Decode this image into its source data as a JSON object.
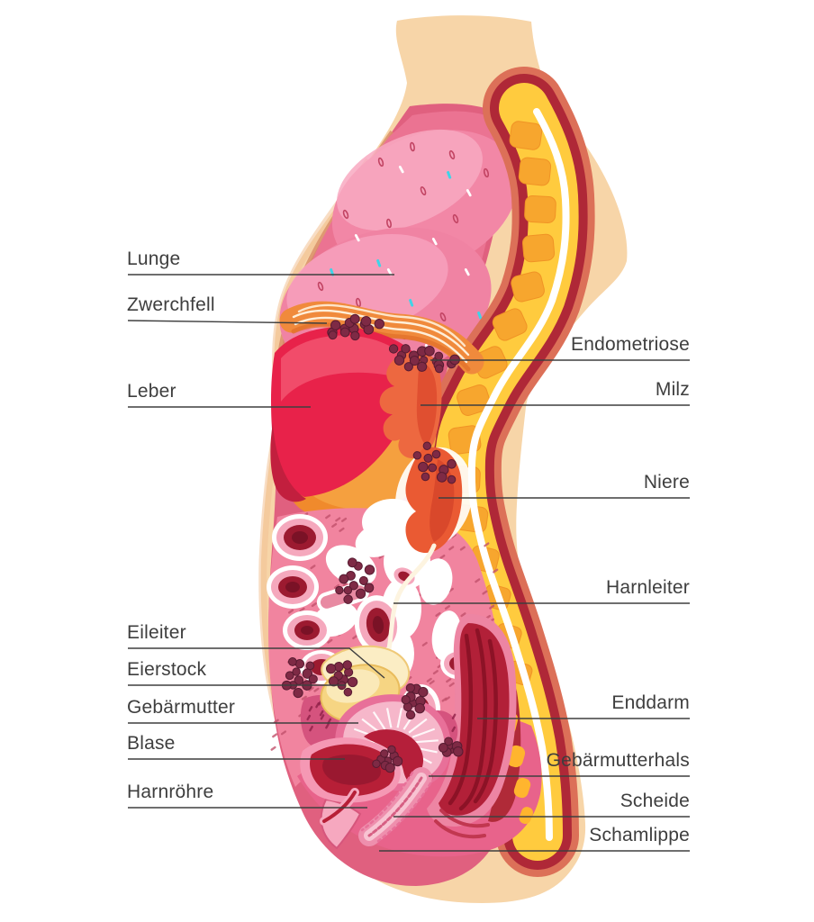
{
  "diagram": {
    "language": "de",
    "labels": {
      "left": [
        {
          "text": "Lunge"
        },
        {
          "text": "Zwerchfell"
        },
        {
          "text": "Leber"
        },
        {
          "text": "Eileiter"
        },
        {
          "text": "Eierstock"
        },
        {
          "text": "Gebärmutter"
        },
        {
          "text": "Blase"
        },
        {
          "text": "Harnröhre"
        }
      ],
      "right": [
        {
          "text": "Endometriose"
        },
        {
          "text": "Milz"
        },
        {
          "text": "Niere"
        },
        {
          "text": "Harnleiter"
        },
        {
          "text": "Enddarm"
        },
        {
          "text": "Gebärmutterhals"
        },
        {
          "text": "Scheide"
        },
        {
          "text": "Schamlippe"
        }
      ]
    },
    "palette": {
      "skin": "#F7D5A8",
      "label_text": "#3E3E3E",
      "pointer_line": "#3F3F3F",
      "cavity_rim": "#E0607F",
      "lung_pink": "#F287A6",
      "lung_speckle_cyan": "#3ED4E8",
      "diaphragm_orange": "#F08A3C",
      "liver_red": "#E8224A",
      "stomach_orange": "#F5A03F",
      "spleen_orange": "#ED6840",
      "kidney_orange": "#EA5A33",
      "spine_yellow": "#FFCB3E",
      "vertebra_orange": "#F7A62E",
      "spine_dark_red": "#AF2837",
      "intestine_pink": "#F1849F",
      "intestine_lumen": "#9C1A30",
      "ovary_yellow": "#F6D583",
      "uterus_pink": "#F6B7CA",
      "deep_red_organ": "#B22038",
      "perineum_pink": "#E8638B",
      "endometriosis_lesion": "#7E2A45"
    }
  }
}
